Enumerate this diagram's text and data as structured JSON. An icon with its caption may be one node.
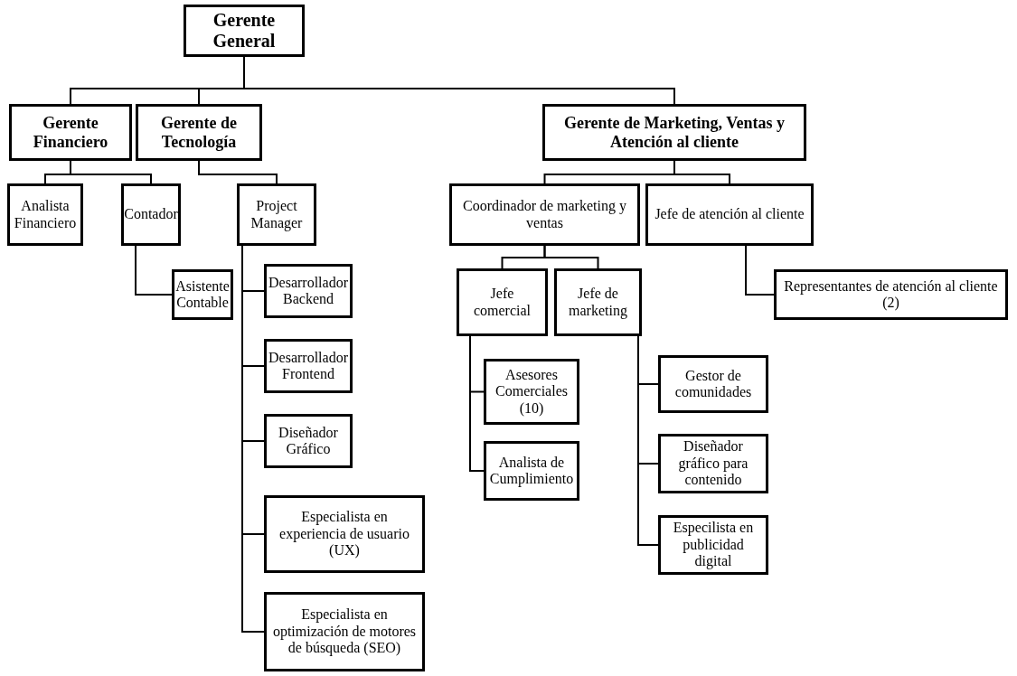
{
  "diagram": {
    "nodes": [
      {
        "text": [
          "Gerente General"
        ]
      },
      {
        "text": [
          "Gerente Financiero"
        ]
      },
      {
        "text": [
          "Gerente de Tecnología"
        ]
      },
      {
        "text": [
          "Gerente de Marketing, Ventas y Atención al cliente"
        ]
      },
      {
        "text": [
          "Analista Financiero"
        ]
      },
      {
        "text": [
          "Contador"
        ]
      },
      {
        "text": [
          "Asistente Contable"
        ]
      },
      {
        "text": [
          "Project Manager"
        ]
      },
      {
        "text": [
          "Desarrollador Backend"
        ]
      },
      {
        "text": [
          "Desarrollador Frontend"
        ]
      },
      {
        "text": [
          "Diseñador Gráfico"
        ]
      },
      {
        "text": [
          "Especialista en experiencia de usuario (UX)"
        ]
      },
      {
        "text": [
          "Especialista en optimización de motores de búsqueda (SEO)"
        ]
      },
      {
        "text": [
          "Coordinador de marketing y ventas"
        ]
      },
      {
        "text": [
          "Jefe de atención al cliente"
        ]
      },
      {
        "text": [
          "Jefe comercial"
        ]
      },
      {
        "text": [
          "Jefe de marketing"
        ]
      },
      {
        "text": [
          "Representantes de atención al cliente (2)"
        ]
      },
      {
        "text": [
          "Asesores Comerciales (10)"
        ]
      },
      {
        "text": [
          "Analista de Cumplimiento"
        ]
      },
      {
        "text": [
          "Gestor de comunidades"
        ]
      },
      {
        "text": [
          "Diseñador gráfico para contenido"
        ]
      },
      {
        "text": [
          "Especilista en publicidad digital"
        ]
      }
    ],
    "edges": [
      {
        "from": 0,
        "to": 1,
        "arrow": "none"
      },
      {
        "from": 0,
        "to": 2,
        "arrow": "none"
      },
      {
        "from": 0,
        "to": 3,
        "arrow": "none"
      },
      {
        "from": 1,
        "to": 4,
        "arrow": "none"
      },
      {
        "from": 1,
        "to": 5,
        "arrow": "none"
      },
      {
        "from": 5,
        "to": 6,
        "arrow": "none"
      },
      {
        "from": 2,
        "to": 7,
        "arrow": "none"
      },
      {
        "from": 7,
        "to": 8,
        "arrow": "none"
      },
      {
        "from": 7,
        "to": 9,
        "arrow": "none"
      },
      {
        "from": 7,
        "to": 10,
        "arrow": "none"
      },
      {
        "from": 7,
        "to": 11,
        "arrow": "none"
      },
      {
        "from": 7,
        "to": 12,
        "arrow": "none"
      },
      {
        "from": 3,
        "to": 13,
        "arrow": "none"
      },
      {
        "from": 3,
        "to": 14,
        "arrow": "none"
      },
      {
        "from": 14,
        "to": 17,
        "arrow": "none"
      },
      {
        "from": 13,
        "to": 15,
        "arrow": "none"
      },
      {
        "from": 13,
        "to": 16,
        "arrow": "none"
      },
      {
        "from": 15,
        "to": 18,
        "arrow": "none"
      },
      {
        "from": 15,
        "to": 19,
        "arrow": "none"
      },
      {
        "from": 16,
        "to": 20,
        "arrow": "none"
      },
      {
        "from": 16,
        "to": 21,
        "arrow": "none"
      },
      {
        "from": 16,
        "to": 22,
        "arrow": "none"
      }
    ]
  }
}
